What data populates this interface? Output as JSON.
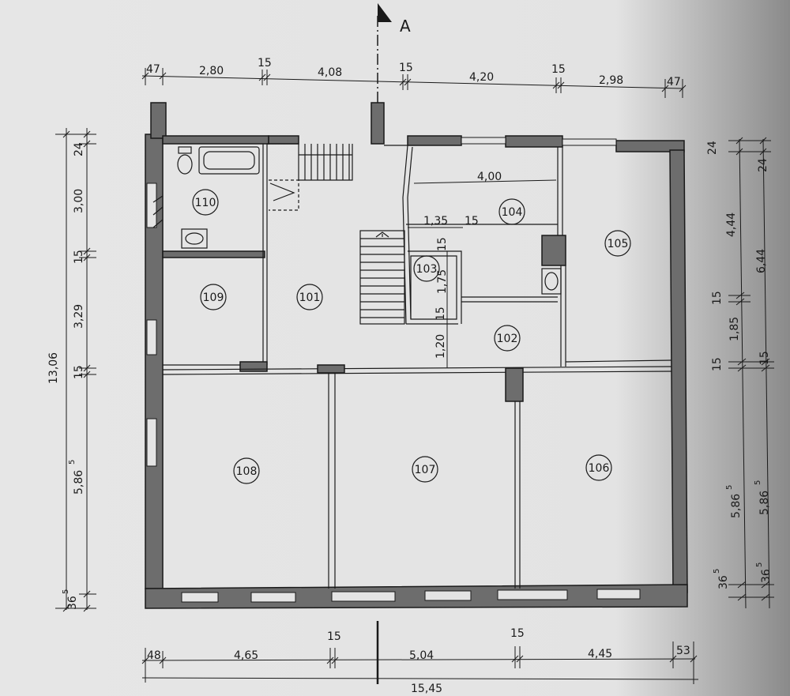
{
  "section_marker": "A",
  "top_dims": [
    "47",
    "2,80",
    "15",
    "4,08",
    "15",
    "4,20",
    "15",
    "2,98",
    "47"
  ],
  "bottom_dims": [
    "48",
    "4,65",
    "15",
    "5,04",
    "15",
    "4,45",
    "53"
  ],
  "bottom_total": "15,45",
  "left_total": "13,06",
  "left_dims": [
    "24",
    "3,00",
    "15",
    "3,29",
    "15",
    "5,86",
    "5",
    "36",
    "5"
  ],
  "right_outer_dims": [
    "24",
    "4,44",
    "15",
    "1,85",
    "15",
    "5,86",
    "5",
    "36",
    "5"
  ],
  "right_inner_dims": [
    "24",
    "6,44",
    "15",
    "5,86",
    "5",
    "36",
    "5"
  ],
  "interior_dims": [
    "4,00",
    "1,35",
    "15",
    "15",
    "1,75",
    "15",
    "1,20"
  ],
  "rooms": [
    "110",
    "109",
    "101",
    "104",
    "103",
    "102",
    "105",
    "108",
    "107",
    "106"
  ]
}
